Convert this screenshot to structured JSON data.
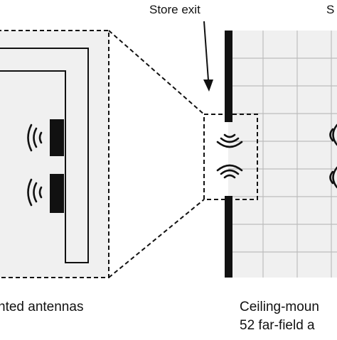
{
  "labels": {
    "store_exit": "Store exit",
    "top_right_partial": "S",
    "left_caption": "nted antennas",
    "right_caption_line1": "Ceiling-moun",
    "right_caption_line2": "52 far-field a"
  },
  "icons": {
    "wifi_signal": "wifi-signal-icon",
    "arrow_down": "arrow-down-icon"
  },
  "colors": {
    "panel_fill": "#f0f0f0",
    "grid_line": "#bdbdbd",
    "ink": "#111111",
    "background": "#ffffff"
  }
}
